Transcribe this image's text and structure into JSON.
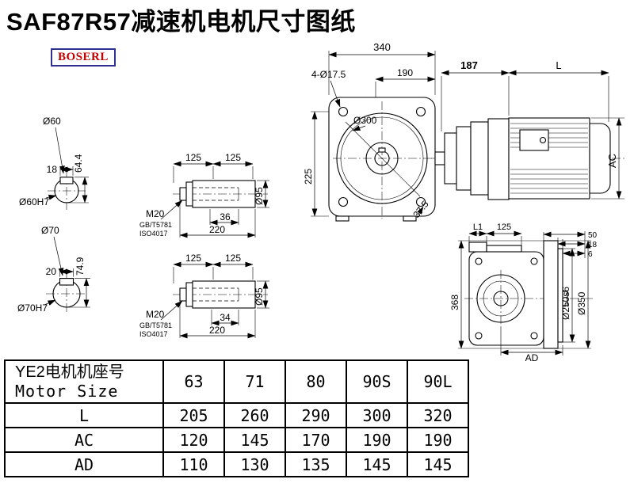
{
  "header": {
    "title": "SAF87R57减速机电机尺寸图纸",
    "logo": "BOSERL"
  },
  "colors": {
    "logo_text": "#c00000",
    "logo_border": "#2f2f8f",
    "line": "#000000"
  },
  "drawing": {
    "shaft60": {
      "dia": "Ø60",
      "overall": "64.4",
      "key_width": "18",
      "bore": "Ø60H7"
    },
    "shaft70": {
      "dia": "Ø70",
      "overall": "74.9",
      "key_width": "20",
      "bore": "Ø70H7"
    },
    "shaft_top": {
      "dim1": "125",
      "dim2": "125",
      "bolt": "M20",
      "std1": "GB/T5781",
      "std2": "ISO4017",
      "key_len": "36",
      "length": "220",
      "dia": "Ø95"
    },
    "shaft_bottom": {
      "dim1": "125",
      "dim2": "125",
      "bolt": "M20",
      "std1": "GB/T5781",
      "std2": "ISO4017",
      "key_len": "34",
      "length": "220",
      "dia": "Ø95"
    },
    "front": {
      "width": "340",
      "holes": "4-Ø17.5",
      "upper": "190",
      "flange": "Ø300",
      "height": "225",
      "corner": "37.5"
    },
    "motor": {
      "adapter": "187",
      "length": "L",
      "diameter": "AC"
    },
    "flange": {
      "l1": "L1",
      "d125": "125",
      "d50": "50",
      "d18": "18",
      "d6": "6",
      "height": "368",
      "spigot": "Ø250s6",
      "outer": "Ø350",
      "ad": "AD"
    }
  },
  "table": {
    "header": {
      "line1": "YE2电机机座号",
      "line2": "Motor Size"
    },
    "columns": [
      "63",
      "71",
      "80",
      "90S",
      "90L"
    ],
    "rows": [
      {
        "label": "L",
        "values": [
          "205",
          "260",
          "290",
          "300",
          "320"
        ]
      },
      {
        "label": "AC",
        "values": [
          "120",
          "145",
          "170",
          "190",
          "190"
        ]
      },
      {
        "label": "AD",
        "values": [
          "110",
          "130",
          "135",
          "145",
          "145"
        ]
      }
    ]
  }
}
